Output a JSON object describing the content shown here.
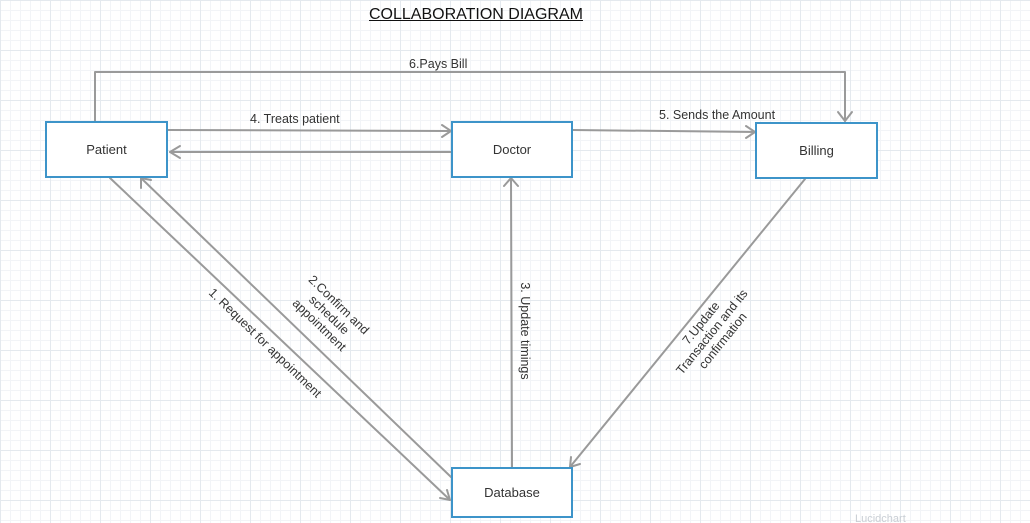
{
  "title": "COLLABORATION DIAGRAM",
  "nodes": {
    "patient": "Patient",
    "doctor": "Doctor",
    "billing": "Billing",
    "database": "Database"
  },
  "messages": {
    "m1": "1. Request for appointment",
    "m2": "2.Confirm and\nschedule\nappointment",
    "m3": "3. Update timings",
    "m4": "4. Treats patient",
    "m5": "5. Sends the Amount",
    "m6": "6.Pays Bill",
    "m7": "7.Update\nTransaction and its\nconfirmation"
  },
  "watermark": "Lucidchart",
  "colors": {
    "box_border": "#3d94c9",
    "connector": "#9a9a9a"
  }
}
